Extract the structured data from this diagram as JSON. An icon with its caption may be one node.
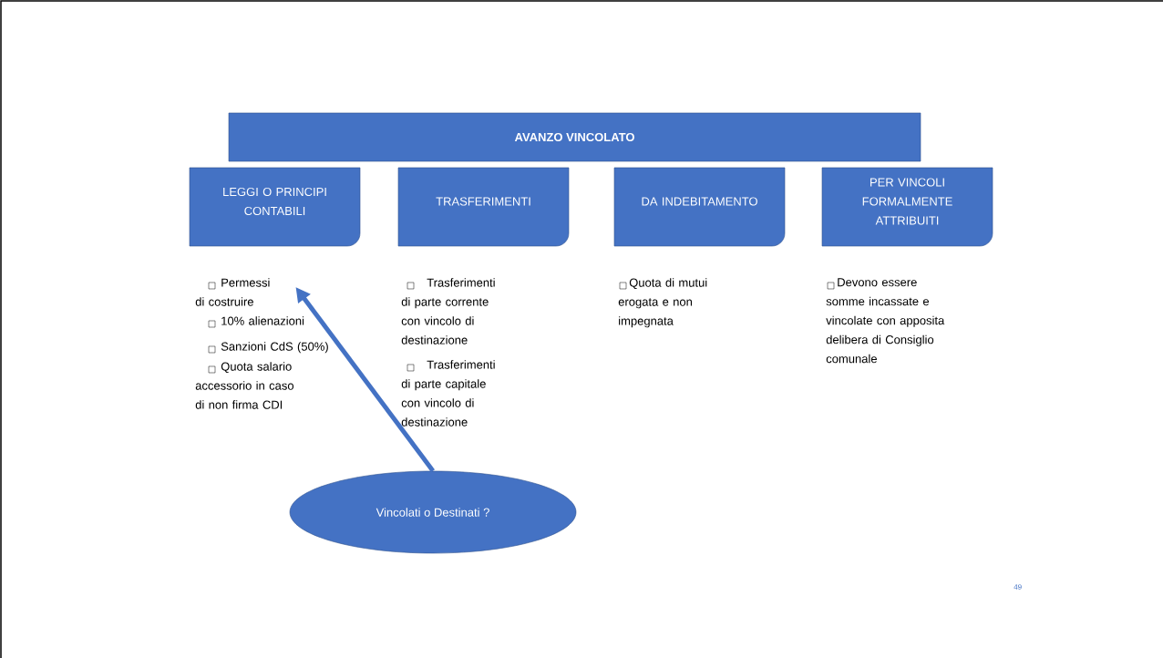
{
  "diagram": {
    "nodes": [
      {
        "text": [
          "AVANZO VINCOLATO"
        ]
      },
      {
        "text": [
          "LEGGI O PRINCIPI CONTABILI"
        ]
      },
      {
        "text": [
          "TRASFERIMENTI"
        ]
      },
      {
        "text": [
          "DA INDEBITAMENTO"
        ]
      },
      {
        "text": [
          "PER VINCOLI FORMALMENTE ATTRIBUITI"
        ]
      },
      {
        "text": [
          "Vincolati o Destinati ?"
        ]
      },
      {
        "text": [
          "Permessi di costruire"
        ]
      }
    ],
    "edges": [
      {
        "from": 5,
        "to": 6,
        "arrow": "to"
      }
    ],
    "labels": [
      "10% alienazioni",
      "Sanzioni CdS (50%)",
      "Quota salario accessorio in caso di non firma CDI",
      "Trasferimenti di parte corrente con vincolo di destinazione",
      "Trasferimenti di parte capitale con vincolo di destinazione",
      "Quota di mutui erogata e non impegnata",
      "Devono essere somme incassate e vincolate con apposita delibera di Consiglio comunale",
      "49"
    ]
  }
}
